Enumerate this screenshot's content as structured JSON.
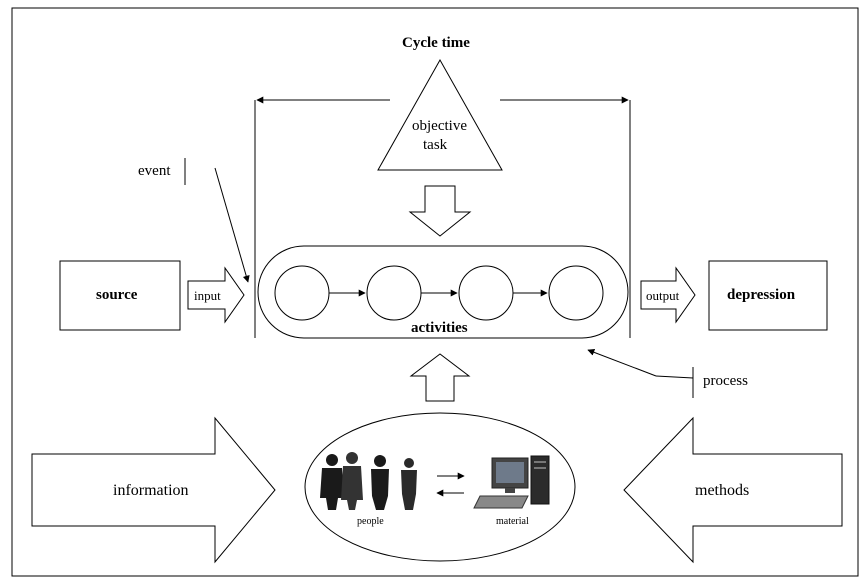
{
  "title": "Cycle time",
  "objective": {
    "line1": "objective",
    "line2": "task"
  },
  "event_label": "event",
  "source_label": "source",
  "input_label": "input",
  "activities_label": "activities",
  "output_label": "output",
  "depression_label": "depression",
  "process_label": "process",
  "information_label": "information",
  "methods_label": "methods",
  "people_label": "people",
  "material_label": "material",
  "activity_circle_count": 4
}
